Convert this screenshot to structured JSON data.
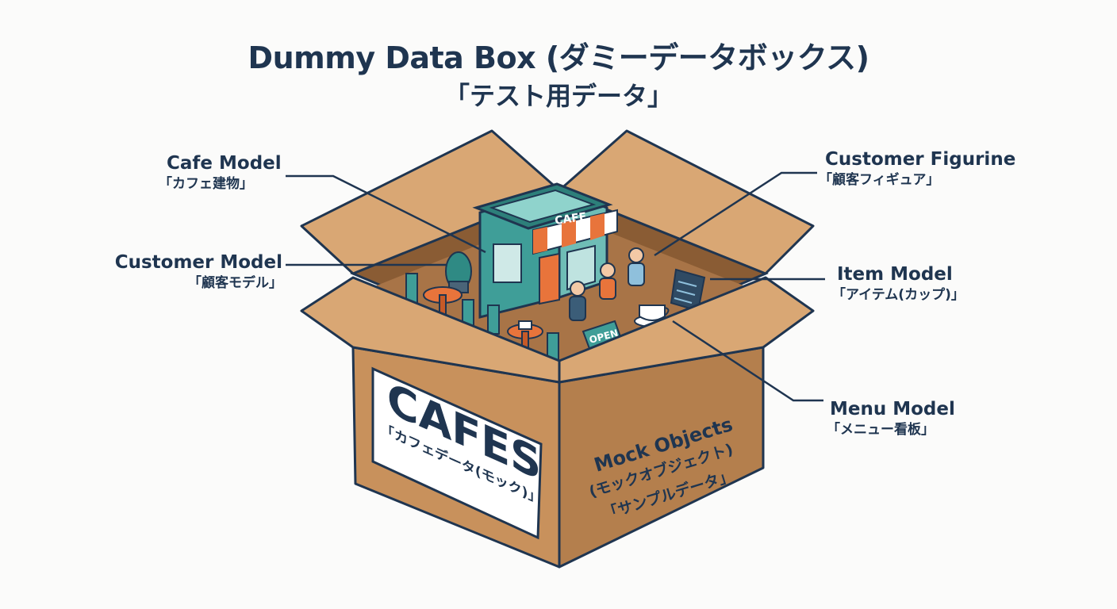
{
  "title": {
    "english": "Dummy Data Box (ダミーデータボックス)",
    "japanese": "「テスト用データ」"
  },
  "callouts": {
    "cafe_model": {
      "english": "Cafe Model",
      "japanese": "「カフェ建物」"
    },
    "customer_model": {
      "english": "Customer Model",
      "japanese": "「顧客モデル」"
    },
    "customer_figurine": {
      "english": "Customer Figurine",
      "japanese": "「顧客フィギュア」"
    },
    "item_model": {
      "english": "Item Model",
      "japanese": "「アイテム(カップ)」"
    },
    "menu_model": {
      "english": "Menu Model",
      "japanese": "「メニュー看板」"
    }
  },
  "box": {
    "front_label": {
      "main": "CAFES",
      "sub": "「カフェデータ(モック)」"
    },
    "side_text": {
      "line1": "Mock Objects",
      "line2": "(モックオブジェクト)",
      "line3": "「サンプルデータ」"
    }
  },
  "scene": {
    "cafe_sign": "CAFE",
    "open_sign": "OPEN"
  },
  "colors": {
    "cardboard_light": "#d9a774",
    "cardboard_mid": "#c8915c",
    "cardboard_dark": "#9a6a3e",
    "outline": "#1f3550",
    "teal": "#3f9e98",
    "orange": "#e8743b"
  }
}
